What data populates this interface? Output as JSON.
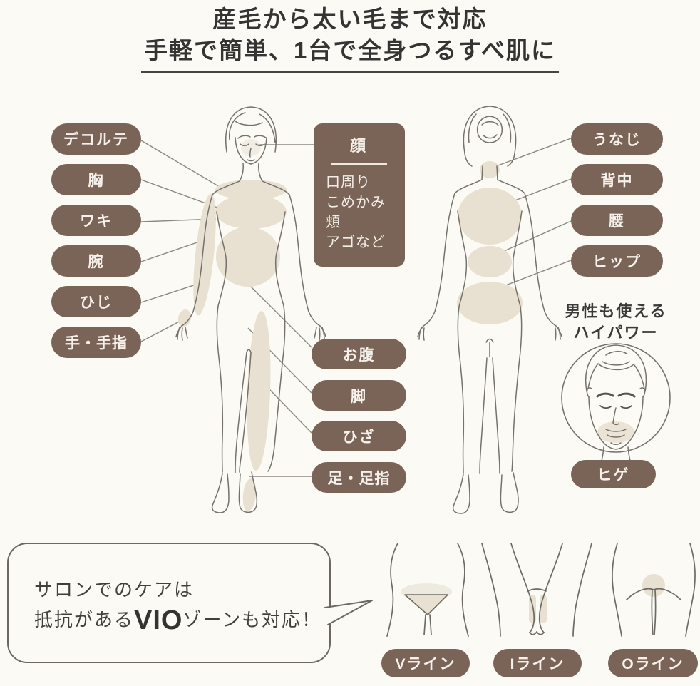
{
  "title": {
    "line1": "産毛から太い毛まで対応",
    "line2": "手軽で簡単、1台で全身つるすべ肌に"
  },
  "colors": {
    "label_bg": "#7a6458",
    "label_text": "#f6f1ea",
    "highlight_beige": "#e8e0d0",
    "outline_gray": "#75726c",
    "connector_gray": "#8b8883",
    "background": "#fbfaf4",
    "title_text": "#353432"
  },
  "front_figure": {
    "labels": [
      "デコルテ",
      "胸",
      "ワキ",
      "腕",
      "ひじ",
      "手・手指"
    ]
  },
  "face_box": {
    "title": "顔",
    "items": [
      "口周り",
      "こめかみ",
      "頬",
      "アゴなど"
    ]
  },
  "lower_labels": [
    "お腹",
    "脚",
    "ひざ",
    "足・足指"
  ],
  "back_figure": {
    "labels": [
      "うなじ",
      "背中",
      "腰",
      "ヒップ"
    ]
  },
  "mens_section": {
    "caption_line1": "男性も使える",
    "caption_line2": "ハイパワー",
    "label": "ヒゲ"
  },
  "vio_section": {
    "bubble_line1": "サロンでのケアは",
    "bubble_line2_pre": "抵抗がある",
    "bubble_line2_emphasis": "VIO",
    "bubble_line2_post": "ゾーンも対応！",
    "labels": [
      "Vライン",
      "Iライン",
      "Oライン"
    ]
  }
}
